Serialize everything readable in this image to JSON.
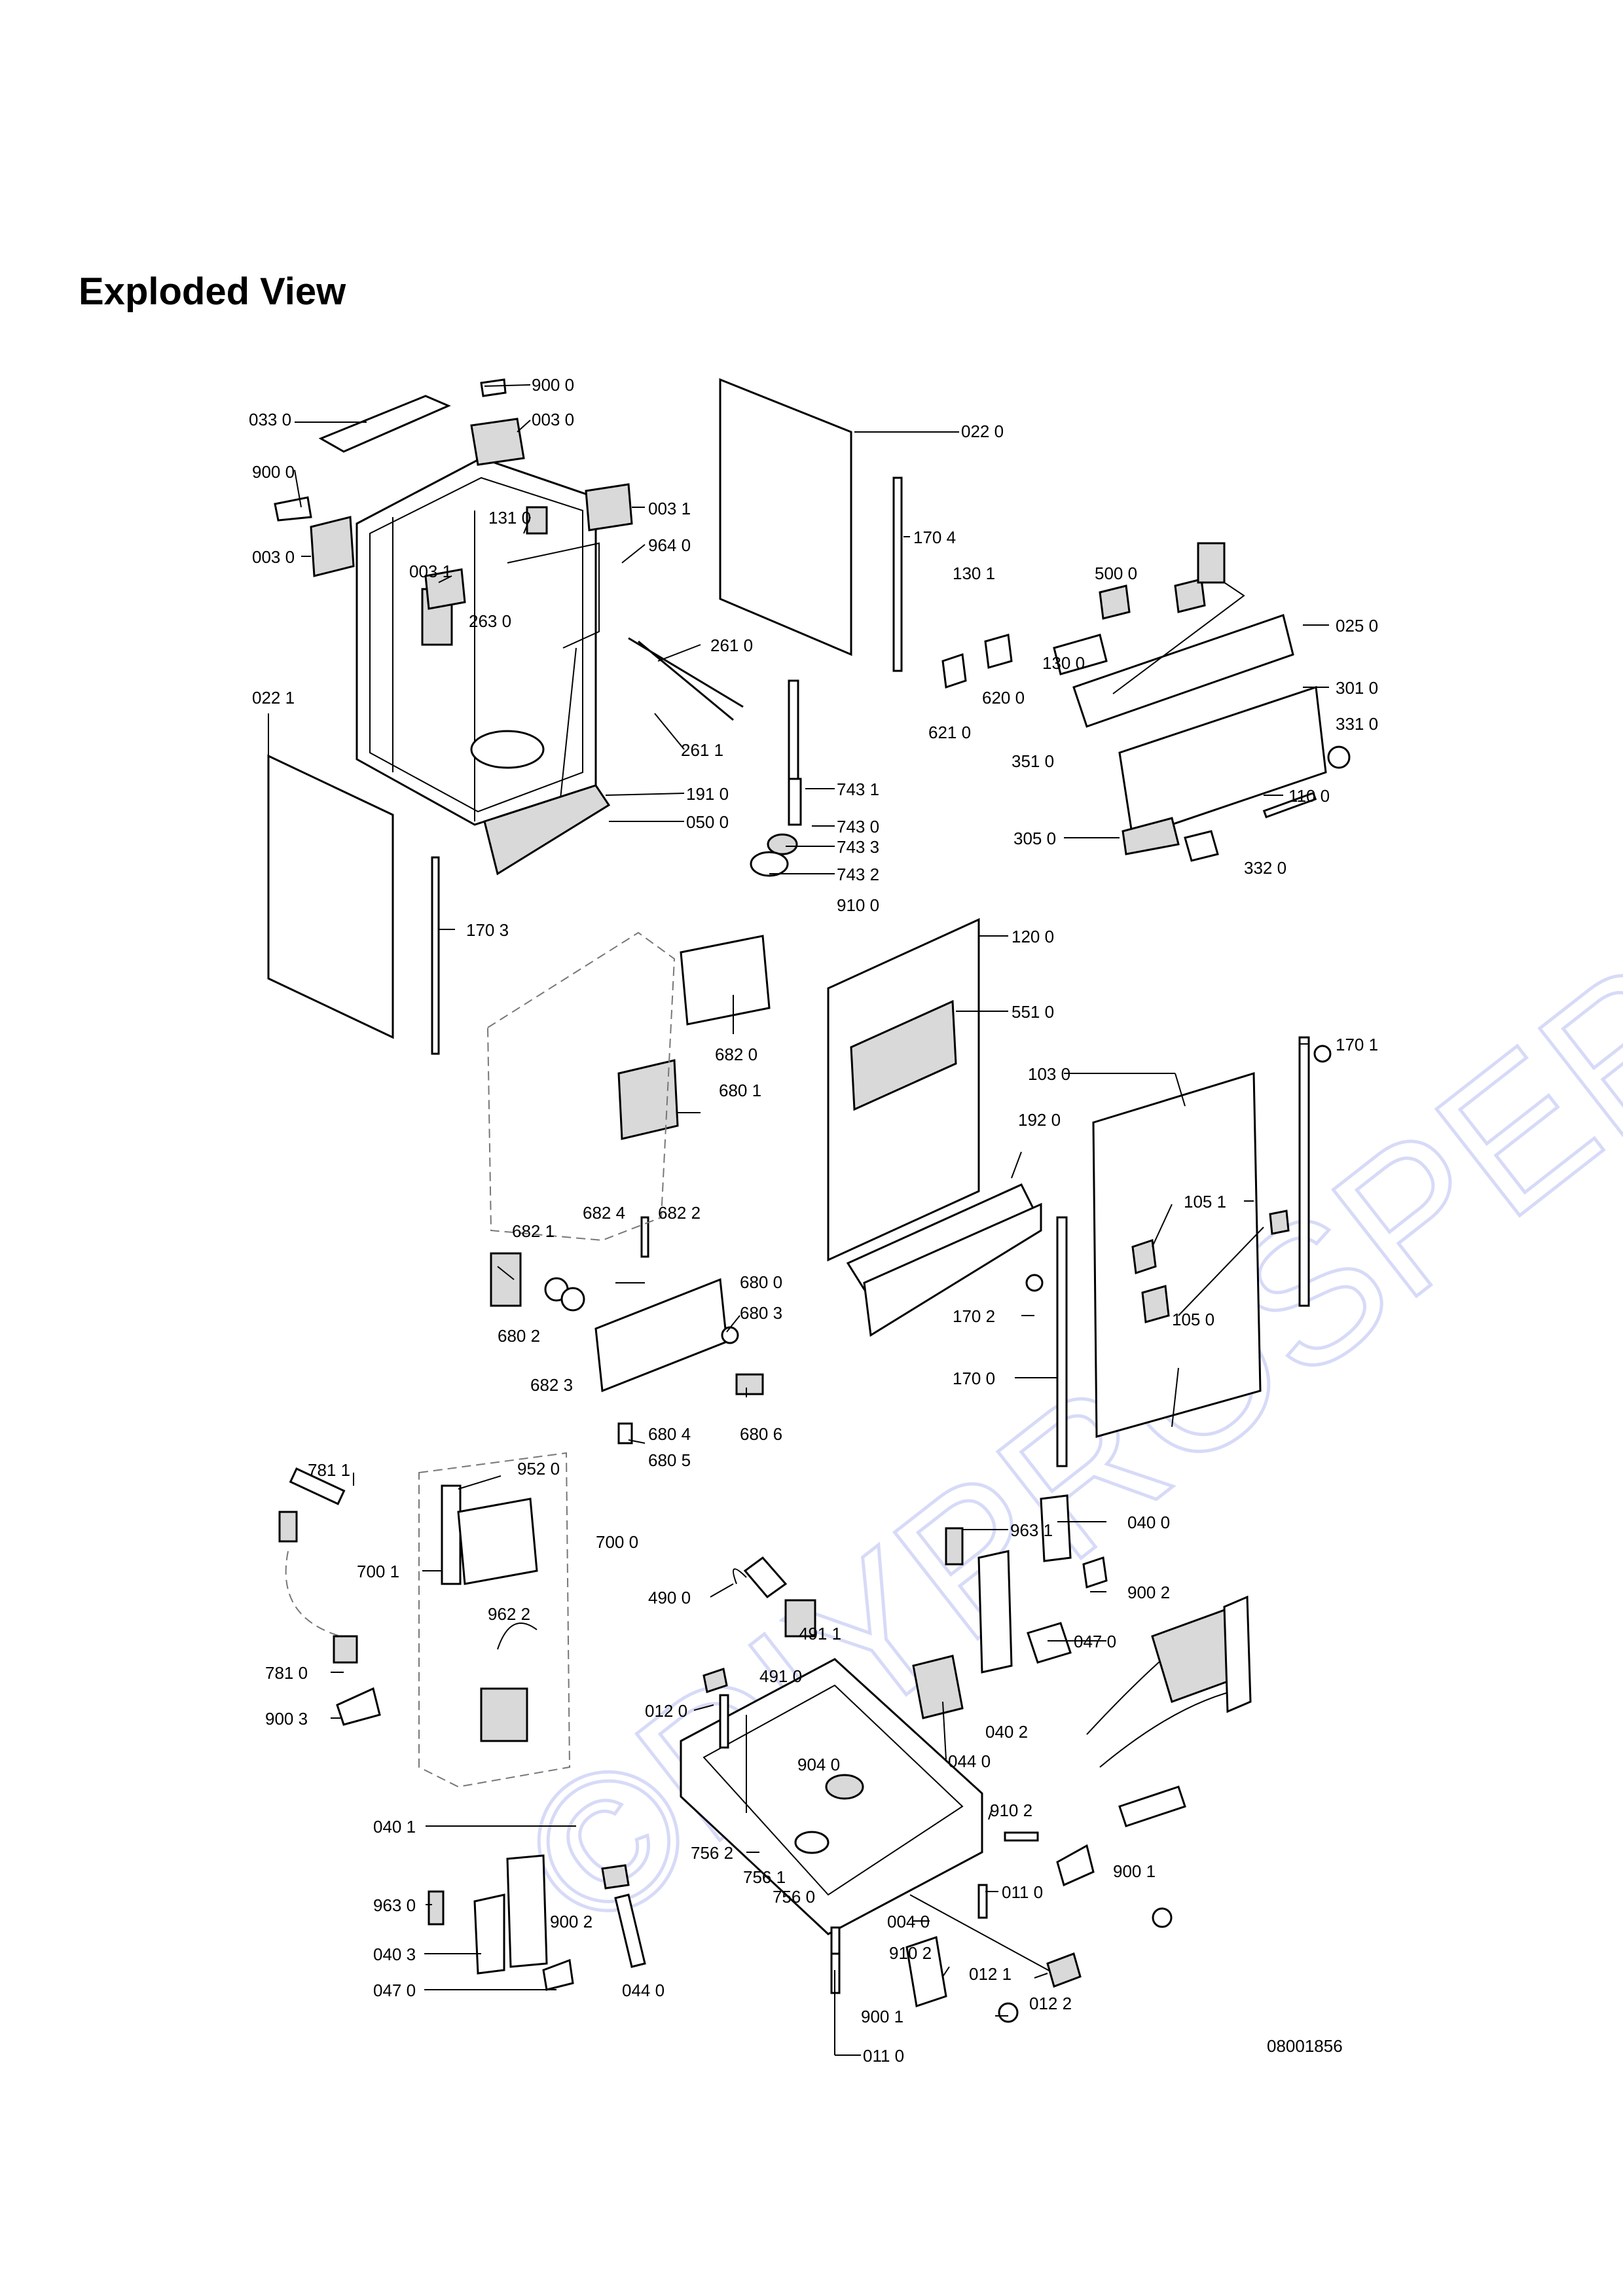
{
  "title": "Exploded View",
  "drawing_number": "08001856",
  "watermark": "©DIYPROSPER.cz",
  "labels": {
    "l9000a": "900 0",
    "l0330": "033 0",
    "l0030a": "003 0",
    "l9000b": "900 0",
    "l0030b": "003 0",
    "l1310": "131 0",
    "l0031a": "003 1",
    "l0031b": "003 1",
    "l9640": "964 0",
    "l2630": "263 0",
    "l0220": "022 0",
    "l1704": "170 4",
    "l2610": "261 0",
    "l2611": "261 1",
    "l1910": "191 0",
    "l0500": "050 0",
    "l0221": "022 1",
    "l1703": "170 3",
    "l1301": "130 1",
    "l5000": "500 0",
    "l0250": "025 0",
    "l1300": "130 0",
    "l6200": "620 0",
    "l6210": "621 0",
    "l3010": "301 0",
    "l3310": "331 0",
    "l3510": "351 0",
    "l1100": "110 0",
    "l7431": "743 1",
    "l7430": "743 0",
    "l7433": "743 3",
    "l7432": "743 2",
    "l3050": "305 0",
    "l3320": "332 0",
    "l9100": "910 0",
    "l1200": "120 0",
    "l5510": "551 0",
    "l6820": "682 0",
    "l6801": "680 1",
    "l1701": "170 1",
    "l1030": "103 0",
    "l1920": "192 0",
    "l1051": "105 1",
    "l6821": "682 1",
    "l6824": "682 4",
    "l6822": "682 2",
    "l6800": "680 0",
    "l6803": "680 3",
    "l6802": "680 2",
    "l6823": "682 3",
    "l1702": "170 2",
    "l1050": "105 0",
    "l1700": "170 0",
    "l6804": "680 4",
    "l6806": "680 6",
    "l6805": "680 5",
    "l7811": "781 1",
    "l9520": "952 0",
    "l7000": "700 0",
    "l7001": "700 1",
    "l9622": "962 2",
    "l7810": "781 0",
    "l9003": "900 3",
    "l0400": "040 0",
    "l9631": "963 1",
    "l9002a": "900 2",
    "l4900": "490 0",
    "l4911": "491 1",
    "l0470a": "047 0",
    "l4910": "491 0",
    "l0120": "012 0",
    "l0402": "040 2",
    "l0440a": "044 0",
    "l9040": "904 0",
    "l9102a": "910 2",
    "l0401": "040 1",
    "l7562": "756 2",
    "l7561": "756 1",
    "l9001a": "900 1",
    "l0110a": "011 0",
    "l7560": "756 0",
    "l9630": "963 0",
    "l9002b": "900 2",
    "l0040": "004 0",
    "l9102b": "910 2",
    "l0403": "040 3",
    "l0121": "012 1",
    "l0470b": "047 0",
    "l0440b": "044 0",
    "l0122": "012 2",
    "l9001b": "900 1",
    "l0110b": "011 0"
  }
}
